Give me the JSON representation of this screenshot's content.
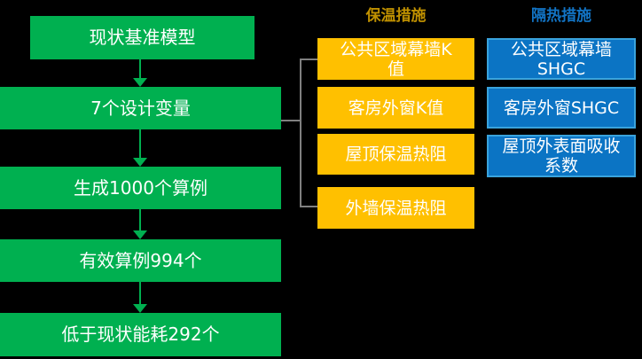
{
  "flow": {
    "steps": [
      {
        "label": "现状基准模型"
      },
      {
        "label": "7个设计变量"
      },
      {
        "label": "生成1000个算例"
      },
      {
        "label": "有效算例994个"
      },
      {
        "label": "低于现状能耗292个"
      }
    ]
  },
  "insulation": {
    "header": "保温措施",
    "items": [
      {
        "label": "公共区域幕墙K\n值"
      },
      {
        "label": "客房外窗K值"
      },
      {
        "label": "屋顶保温热阻"
      },
      {
        "label": "外墙保温热阻"
      }
    ]
  },
  "shading": {
    "header": "隔热措施",
    "items": [
      {
        "label": "公共区域幕墙\nSHGC"
      },
      {
        "label": "客房外窗SHGC"
      },
      {
        "label": "屋顶外表面吸收\n系数"
      }
    ]
  },
  "colors": {
    "background": "#000000",
    "step_green": "#00B050",
    "insulation_yellow": "#FFC000",
    "shading_blue_fill": "#0B74C4",
    "shading_blue_border": "#3AA3DC",
    "insulation_header_text": "#BF9000",
    "shading_header_text": "#1274C5",
    "connector_gray": "#808080",
    "box_text": "#FFFFFF"
  }
}
